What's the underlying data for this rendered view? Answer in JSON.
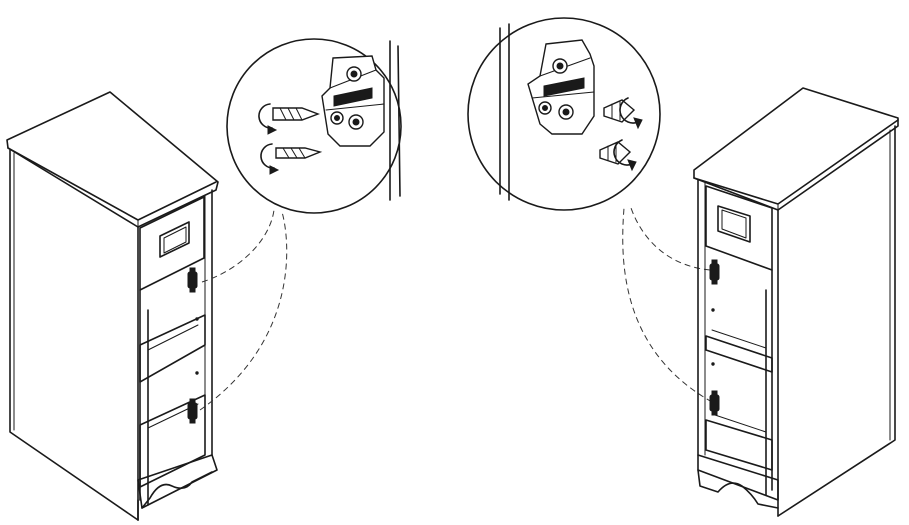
{
  "figure": {
    "type": "assembly-instruction",
    "background": "#ffffff",
    "line_color": "#1a1a1a",
    "cabinets": [
      {
        "side": "left",
        "hinge_plates": 2
      },
      {
        "side": "right",
        "hinge_plates": 2
      }
    ],
    "detail_callouts": [
      {
        "side": "left",
        "screws": 2
      },
      {
        "side": "right",
        "screws": 2
      }
    ],
    "icons": [
      "hinge-plate-icon",
      "screw-icon",
      "rotate-arrow-icon"
    ]
  }
}
